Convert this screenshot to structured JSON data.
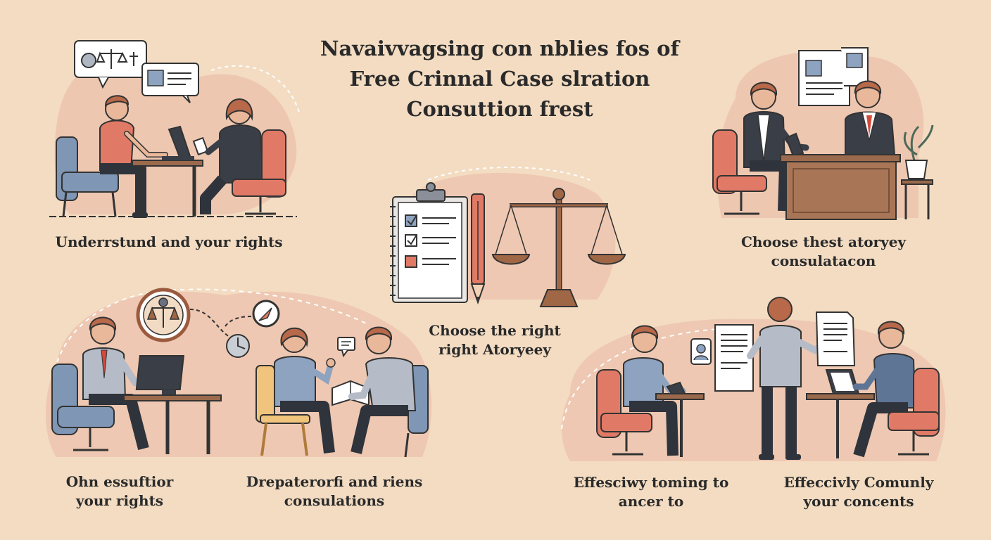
{
  "title": {
    "line1": "Navaivvagsing con nblies fos of",
    "line2": "Free Crinnal Case slration",
    "line3": "Consuttion frest"
  },
  "captions": {
    "top_left": "Underrstund and your rights",
    "top_right_1": "Choose thest atoryey",
    "top_right_2": "consulatacon",
    "center_1": "Choose the right",
    "center_2": "right Atoryeey",
    "bottom_left_1": "Ohn essuftior",
    "bottom_left_2": "your rights",
    "bottom_mid_1": "Drepaterorfi and riens",
    "bottom_mid_2": "consulations",
    "bottom_right_a1": "Effesciwy toming to",
    "bottom_right_a2": "ancer to",
    "bottom_right_b1": "Effeccivly Comunly",
    "bottom_right_b2": "your concents"
  },
  "colors": {
    "background": "#f3dcc2",
    "blob": "#ecc2ac",
    "accent_red": "#e07a66",
    "chair_blue": "#7f96b4",
    "dark": "#3a3e47",
    "wood": "#9b6a4c",
    "skin": "#e9b89a",
    "hair": "#b7694a"
  }
}
